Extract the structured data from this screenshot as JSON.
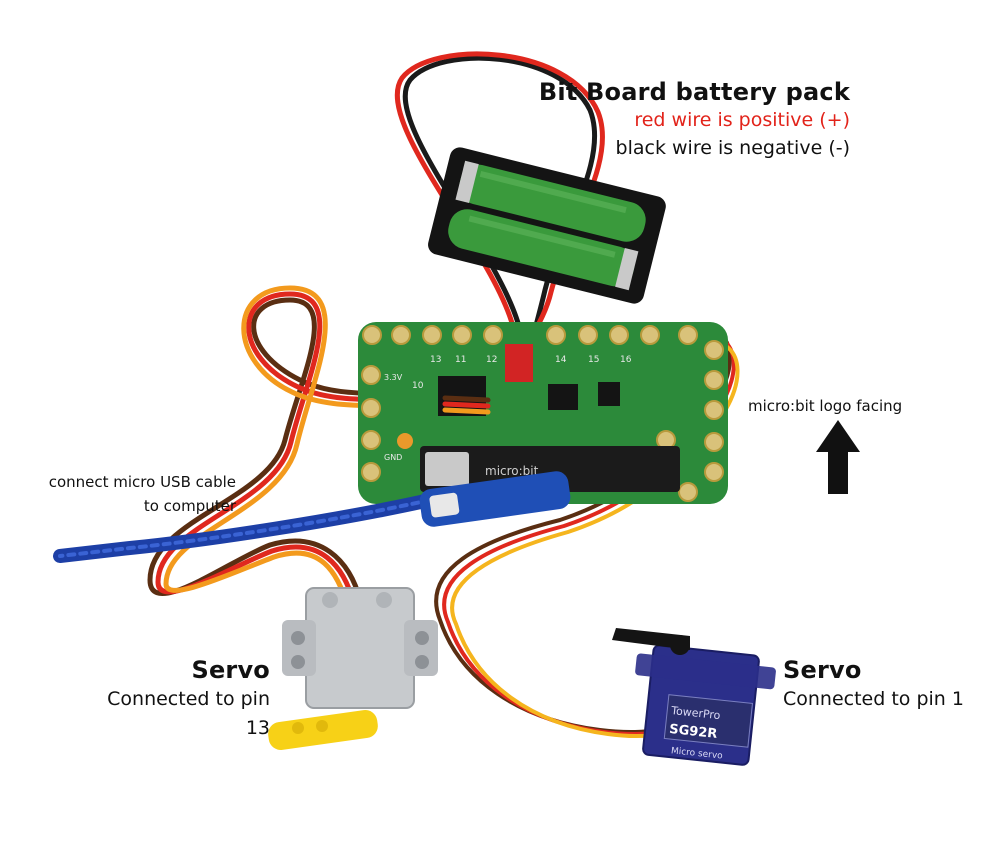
{
  "battery_pack": {
    "title": "Bit Board battery pack",
    "positive_note": "red wire is positive (+)",
    "negative_note": "black wire is negative (-)"
  },
  "usb": {
    "line1": "connect micro USB cable",
    "line2": "to computer"
  },
  "orientation": {
    "label": "micro:bit logo facing"
  },
  "servo_left": {
    "title": "Servo",
    "pin_note": "Connected to pin 13"
  },
  "servo_right": {
    "title": "Servo",
    "pin_note": "Connected to pin 1",
    "brand": "TowerPro",
    "model": "SG92R",
    "type": "Micro servo"
  },
  "board": {
    "pin_labels": [
      "10",
      "11",
      "12",
      "13",
      "14",
      "15",
      "16",
      "3.3V",
      "GND"
    ],
    "microbit_text": "micro:bit"
  },
  "colors": {
    "pcb": "#2c8a3a",
    "battery": "#3a9a3c",
    "usb_cable": "#1d3fa6",
    "wire_red": "#e0281e",
    "wire_orange": "#f39a1d",
    "wire_brown": "#5a2e12",
    "servo_grey": "#c7cacd",
    "servo_blue": "#2b2f8a",
    "accent_red": "#e2231a"
  }
}
